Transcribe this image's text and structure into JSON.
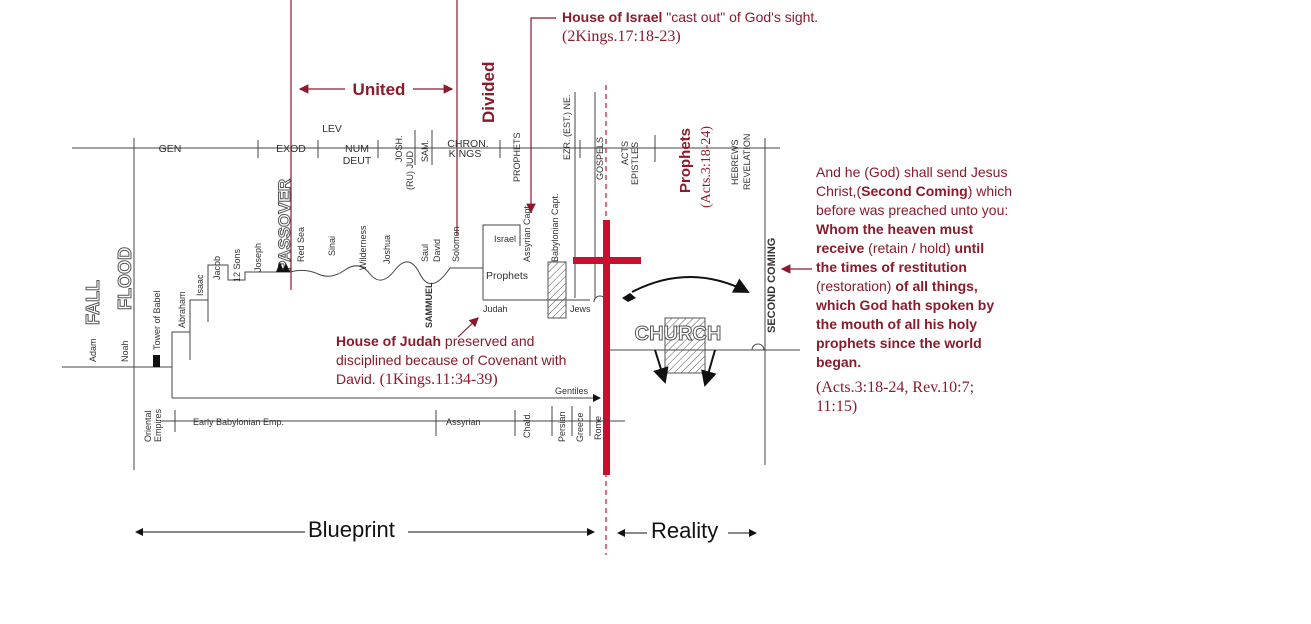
{
  "colors": {
    "accent": "#8b1a2b",
    "cross": "#c8102e",
    "line": "#333333"
  },
  "header": {
    "israel_bold": "House of Israel",
    "israel_rest": " \"cast out\" of God's sight.",
    "israel_ref": "(2Kings.17:18-23)"
  },
  "timeline": {
    "united": "United",
    "divided": "Divided",
    "books": {
      "gen": "GEN",
      "exod": "EXOD",
      "lev": "LEV",
      "num": "NUM",
      "deut": "DEUT",
      "josh": "JOSH.",
      "ru_jud": "(RU) JUD",
      "sam": "SAM.",
      "chron": "CHRON.",
      "kings": "KINGS",
      "prophets": "PROPHETS",
      "ezr": "EZR. (EST.) NE.",
      "gospels": "GOSPELS",
      "acts": "ACTS",
      "epistles": "EPISTLES",
      "hebrews": "HEBREWS",
      "revelation": "REVELATION"
    },
    "prophets_acts": "Prophets",
    "prophets_acts_ref": "(Acts.3:18-24)",
    "events": {
      "adam": "Adam",
      "fall": "FALL",
      "noah": "Noah",
      "flood": "FLOOD",
      "tower": "Tower of Babel",
      "abraham": "Abraham",
      "isaac": "Isaac",
      "jacob": "Jacob",
      "twelve_sons": "12 Sons",
      "joseph": "Joseph",
      "passover": "PASSOVER",
      "red_sea": "Red Sea",
      "sinai": "Sinai",
      "wilderness": "Wilderness",
      "joshua": "Joshua",
      "saul": "Saul",
      "david": "David",
      "solomon": "Solomon",
      "sammuel": "SAMMUEL",
      "israel": "Israel",
      "assyrian_capt": "Assyrian Capt.",
      "prophets": "Prophets",
      "judah": "Judah",
      "babylonian_capt": "Babylonian Capt.",
      "jews": "Jews",
      "gentiles": "Gentiles",
      "church": "CHURCH",
      "second_coming": "SECOND COMING",
      "oriental": "Oriental",
      "empires": "Empires",
      "early_babylonian": "Early  Babylonian Emp.",
      "assyrian": "Assyrian",
      "chald": "Chald.",
      "persian": "Persian",
      "greece": "Greece",
      "rome": "Rome"
    }
  },
  "judah_note": {
    "bold": "House of Judah",
    "line1_rest": " preserved and",
    "line2": "disciplined because of Covenant with",
    "line3": "David.",
    "ref": "(1Kings.11:34-39)"
  },
  "quote": {
    "line1": "And he (God) shall send Jesus",
    "line2a": "Christ,(",
    "line2b": "Second Coming",
    "line2c": ") which",
    "line3": "before was preached unto you:",
    "line4": "Whom the heaven must",
    "line5a": "receive ",
    "line5b": "(retain / hold)",
    "line5c": " until",
    "line6": "the times of restitution",
    "line7a": "(restoration)",
    "line7b": " of all things,",
    "line8": "which God hath spoken by",
    "line9": "the mouth of all his holy",
    "line10": "prophets since the world",
    "line11": "began.",
    "ref1": "(Acts.3:18-24, Rev.10:7;",
    "ref2": "11:15)"
  },
  "footer": {
    "blueprint": "Blueprint",
    "reality": "Reality"
  }
}
